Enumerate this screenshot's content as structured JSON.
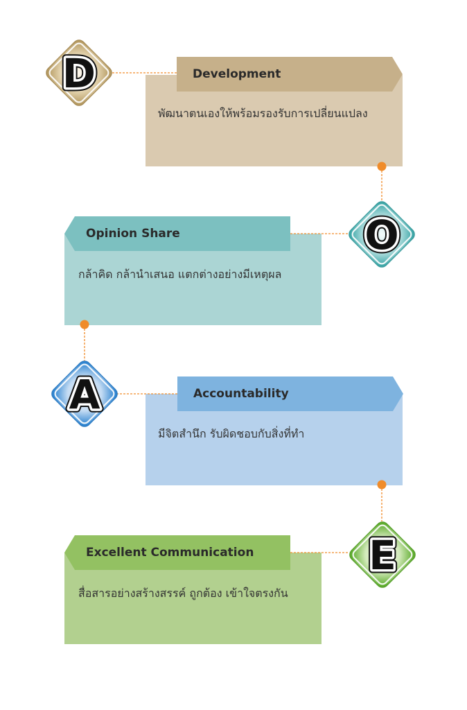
{
  "steps": [
    {
      "letter": "D",
      "title": "Development",
      "description": "พัฒนาตนเองให้พร้อมรองรับการเปลี่ยนแปลง",
      "colors": {
        "header": "#c6b08a",
        "box": "#dacab0",
        "diamond_center": "#fffaf0",
        "diamond_mid": "#eadbb9",
        "diamond_edge": "#b59a62",
        "diamond_stroke": "#a58a55"
      }
    },
    {
      "letter": "O",
      "title": "Opinion Share",
      "description": "กล้าคิด กล้านำเสนอ แตกต่างอย่างมีเหตุผล",
      "colors": {
        "header": "#7cc0c0",
        "box": "#abd5d4",
        "diamond_center": "#f4fcfc",
        "diamond_mid": "#bfe5e5",
        "diamond_edge": "#3ea7a8",
        "diamond_stroke": "#3a9a9b"
      }
    },
    {
      "letter": "A",
      "title": "Accountability",
      "description": "มีจิตสำนึก รับผิดชอบกับสิ่งที่ทำ",
      "colors": {
        "header": "#7eb3df",
        "box": "#b6d1ec",
        "diamond_center": "#f3f8fe",
        "diamond_mid": "#c3dbf3",
        "diamond_edge": "#2e84d0",
        "diamond_stroke": "#2a78bf"
      }
    },
    {
      "letter": "E",
      "title": "Excellent Communication",
      "description": "สื่อสารอย่างสร้างสรรค์ ถูกต้อง เข้าใจตรงกัน",
      "colors": {
        "header": "#93c162",
        "box": "#b2d08f",
        "diamond_center": "#f7fbf0",
        "diamond_mid": "#d3eabb",
        "diamond_edge": "#5eac2e",
        "diamond_stroke": "#559d2a"
      }
    }
  ],
  "connector_color": "#f08c2a"
}
